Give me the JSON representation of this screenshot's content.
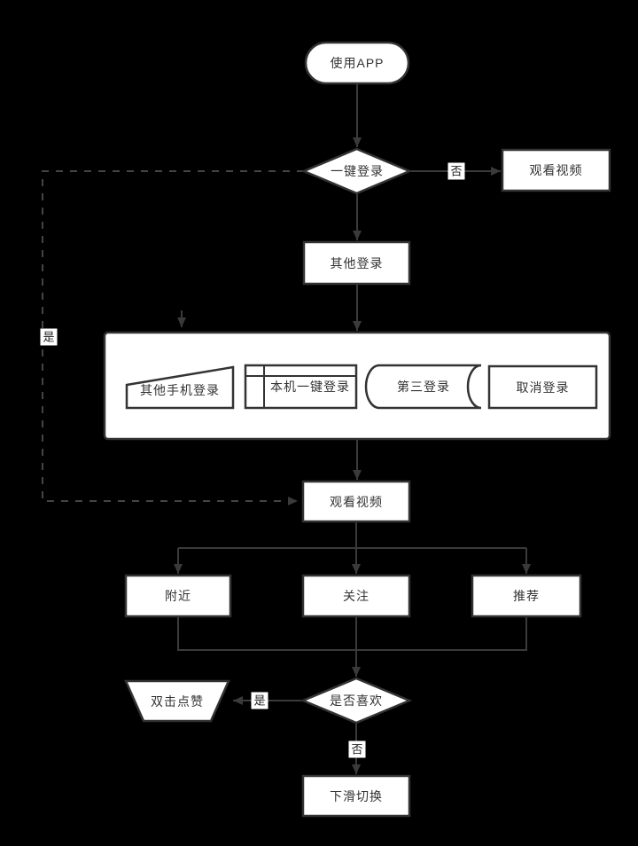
{
  "colors": {
    "background": "#000000",
    "node_fill": "#ffffff",
    "node_stroke": "#333333",
    "edge_line": "#3a3a3a",
    "text": "#333333",
    "edge_label_bg": "#ffffff"
  },
  "nodes": {
    "start": {
      "label": "使用APP",
      "type": "terminator"
    },
    "onekey_login": {
      "label": "一键登录",
      "type": "decision"
    },
    "watch_video_guest": {
      "label": "观看视频",
      "type": "process"
    },
    "other_login": {
      "label": "其他登录",
      "type": "process"
    },
    "other_phone_login": {
      "label": "其他手机登录",
      "type": "manual-input"
    },
    "local_onekey_login": {
      "label": "本机一键登录",
      "type": "internal-storage"
    },
    "third_party_login": {
      "label": "第三登录",
      "type": "stored-data"
    },
    "cancel_login": {
      "label": "取消登录",
      "type": "process"
    },
    "watch_video": {
      "label": "观看视频",
      "type": "process"
    },
    "nearby": {
      "label": "附近",
      "type": "process"
    },
    "follow": {
      "label": "关注",
      "type": "process"
    },
    "recommend": {
      "label": "推荐",
      "type": "process"
    },
    "like_decision": {
      "label": "是否喜欢",
      "type": "decision"
    },
    "double_tap_like": {
      "label": "双击点赞",
      "type": "trapezoid"
    },
    "swipe_switch": {
      "label": "下滑切换",
      "type": "process"
    }
  },
  "edge_labels": {
    "onekey_no": "否",
    "onekey_yes": "是",
    "like_yes": "是",
    "like_no": "否"
  }
}
